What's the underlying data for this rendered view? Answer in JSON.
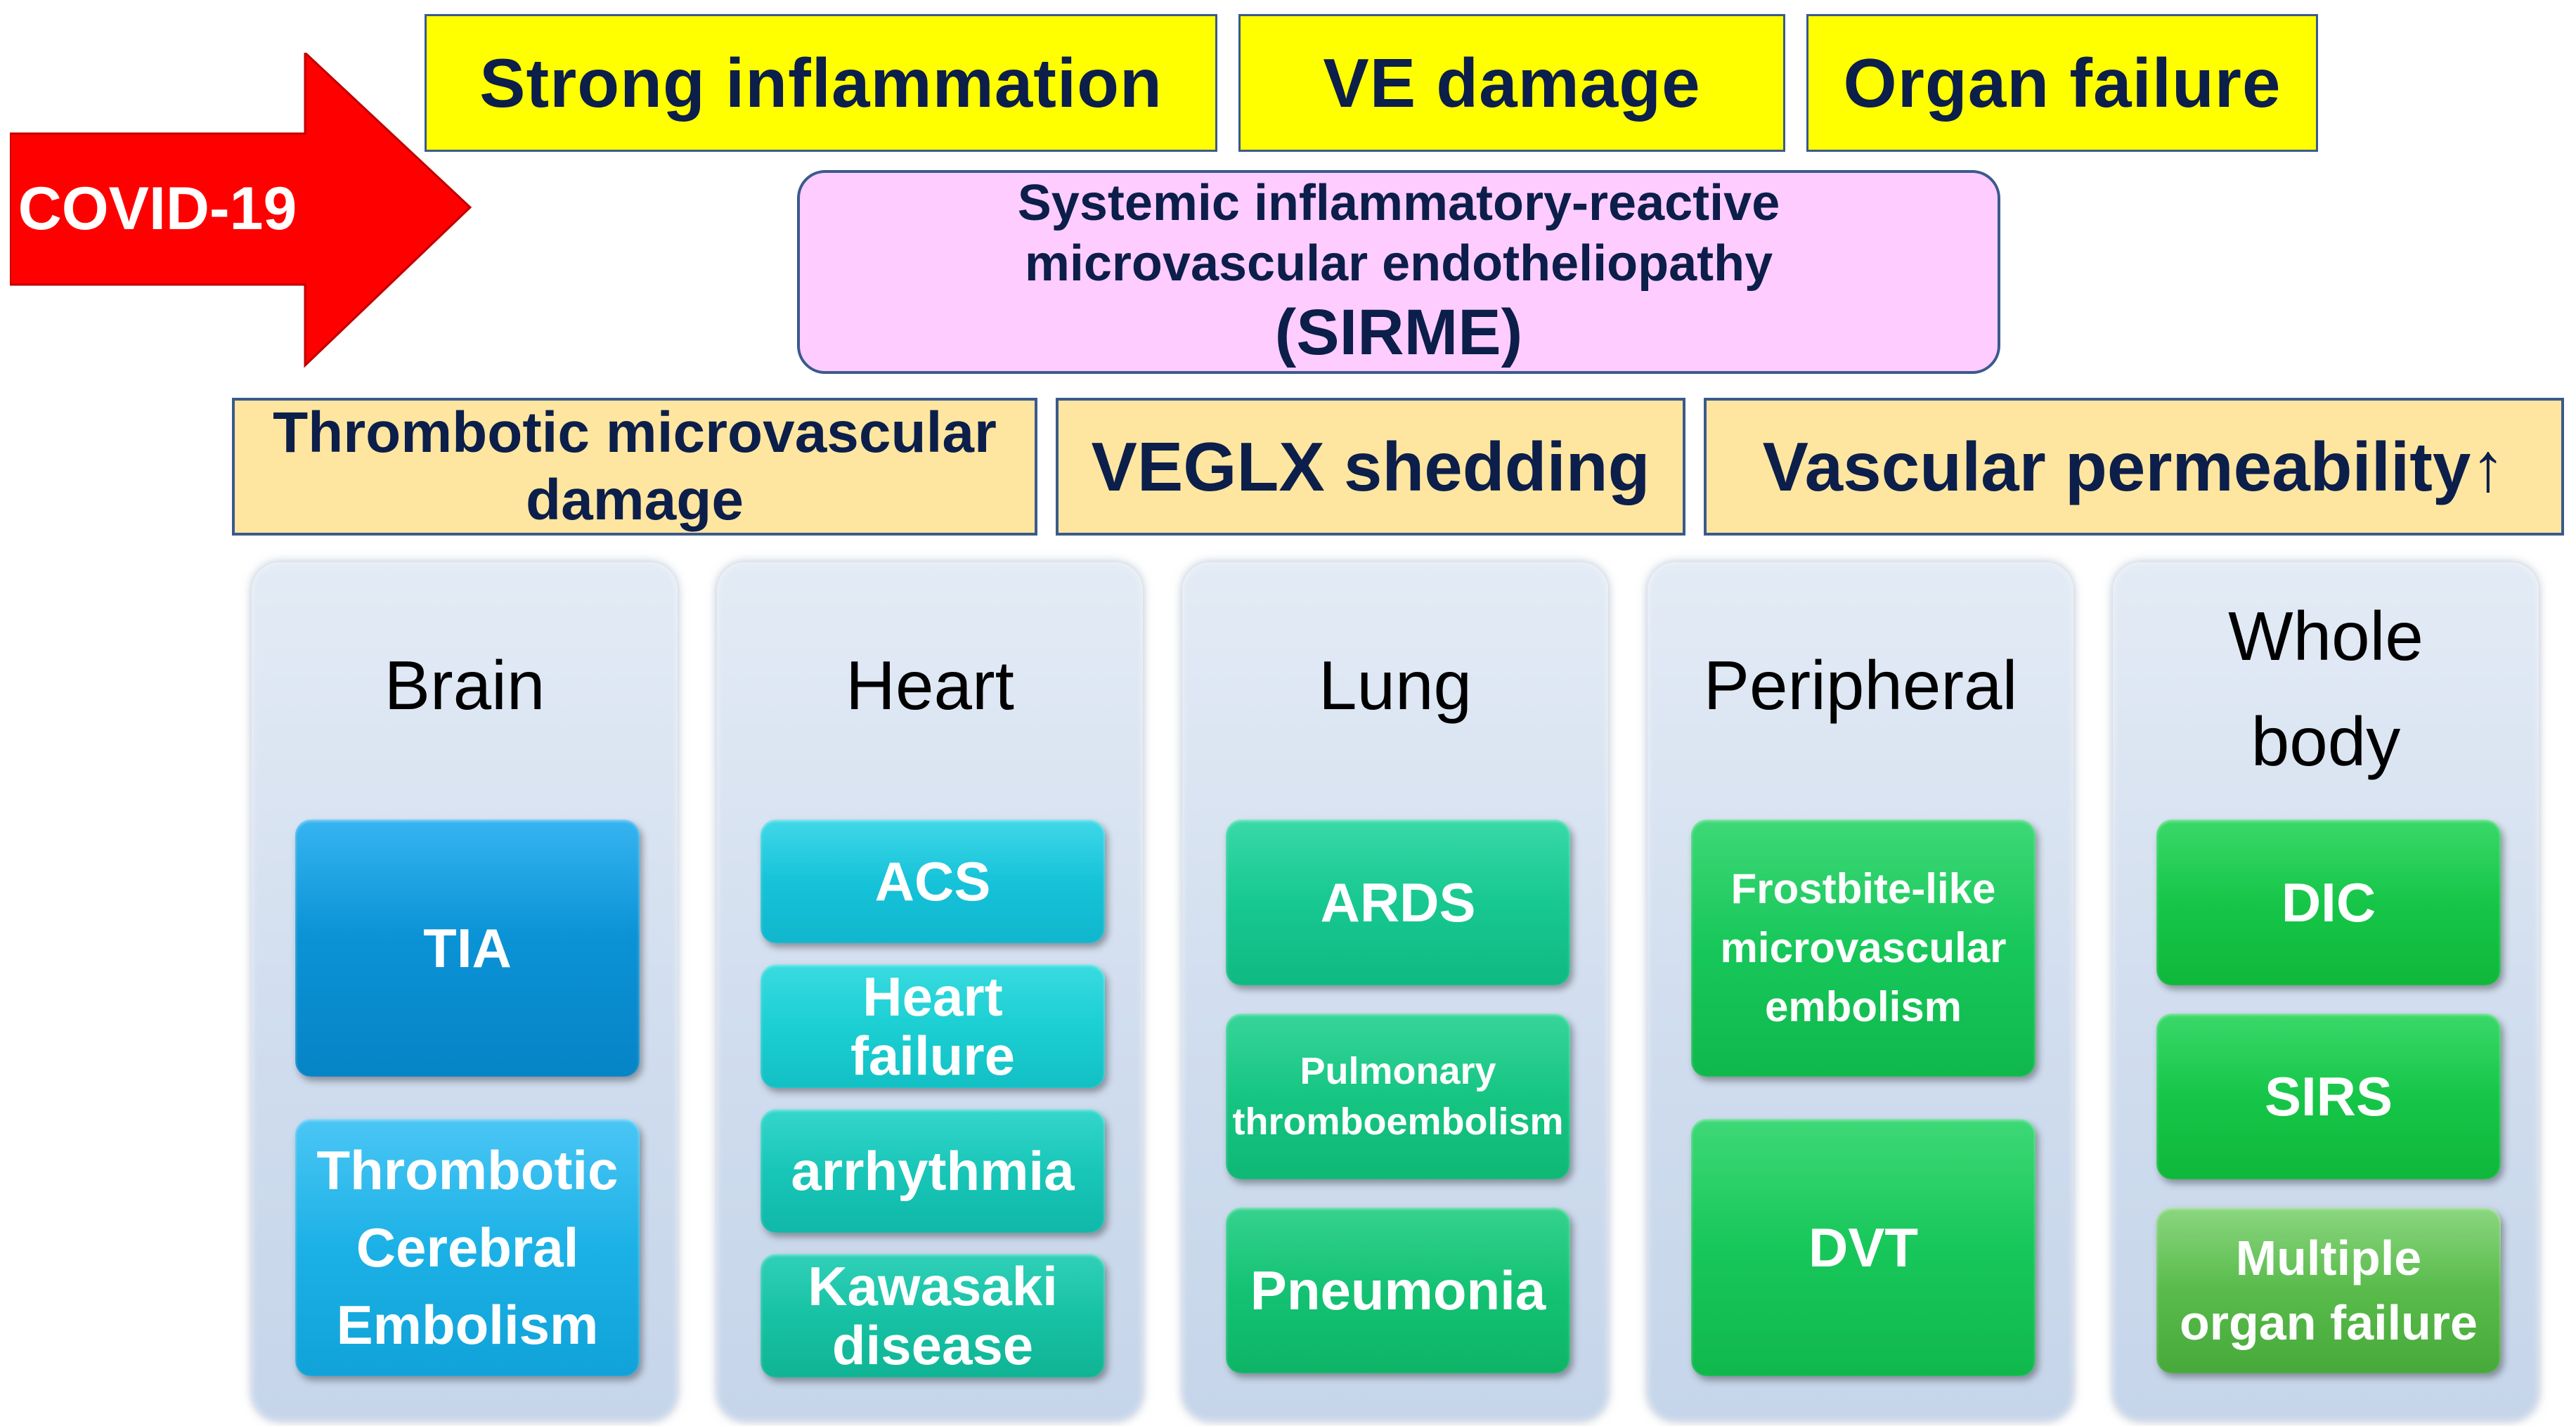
{
  "top_banner": {
    "covid_label": "COVID-19",
    "boxes": [
      "Strong inflammation",
      "VE damage",
      "Organ failure"
    ]
  },
  "sirme": {
    "line1": "Systemic inflammatory-reactive",
    "line2": "microvascular endotheliopathy",
    "line3": "(SIRME)"
  },
  "mechanisms": {
    "thrombotic_line1": "Thrombotic microvascular",
    "thrombotic_line2": "damage",
    "veglx": "VEGLX shedding",
    "permeability": "Vascular permeability↑"
  },
  "columns": [
    {
      "title_line1": "Brain",
      "title_line2": "",
      "items": [
        {
          "lines": [
            "TIA"
          ]
        },
        {
          "lines": [
            "Thrombotic",
            "Cerebral",
            "Embolism"
          ]
        }
      ]
    },
    {
      "title_line1": "Heart",
      "title_line2": "",
      "items": [
        {
          "lines": [
            "ACS"
          ]
        },
        {
          "lines": [
            "Heart",
            "failure"
          ]
        },
        {
          "lines": [
            "arrhythmia"
          ]
        },
        {
          "lines": [
            "Kawasaki",
            "disease"
          ]
        }
      ]
    },
    {
      "title_line1": "Lung",
      "title_line2": "",
      "items": [
        {
          "lines": [
            "ARDS"
          ]
        },
        {
          "lines": [
            "Pulmonary",
            "thromboembolism"
          ]
        },
        {
          "lines": [
            "Pneumonia"
          ]
        }
      ]
    },
    {
      "title_line1": "Peripheral",
      "title_line2": "",
      "items": [
        {
          "lines": [
            "Frostbite-like",
            "microvascular",
            "embolism"
          ]
        },
        {
          "lines": [
            "DVT"
          ]
        }
      ]
    },
    {
      "title_line1": "Whole",
      "title_line2": "body",
      "items": [
        {
          "lines": [
            "DIC"
          ]
        },
        {
          "lines": [
            "SIRS"
          ]
        },
        {
          "lines": [
            "Multiple",
            "organ failure"
          ]
        }
      ]
    }
  ],
  "colors": {
    "arrow_red": "#ff0000",
    "banner_yellow": "#ffff00",
    "sirme_pink": "#ffccff",
    "mechanism_peach": "#ffe6a0",
    "text_navy": "#0c1e4a"
  }
}
